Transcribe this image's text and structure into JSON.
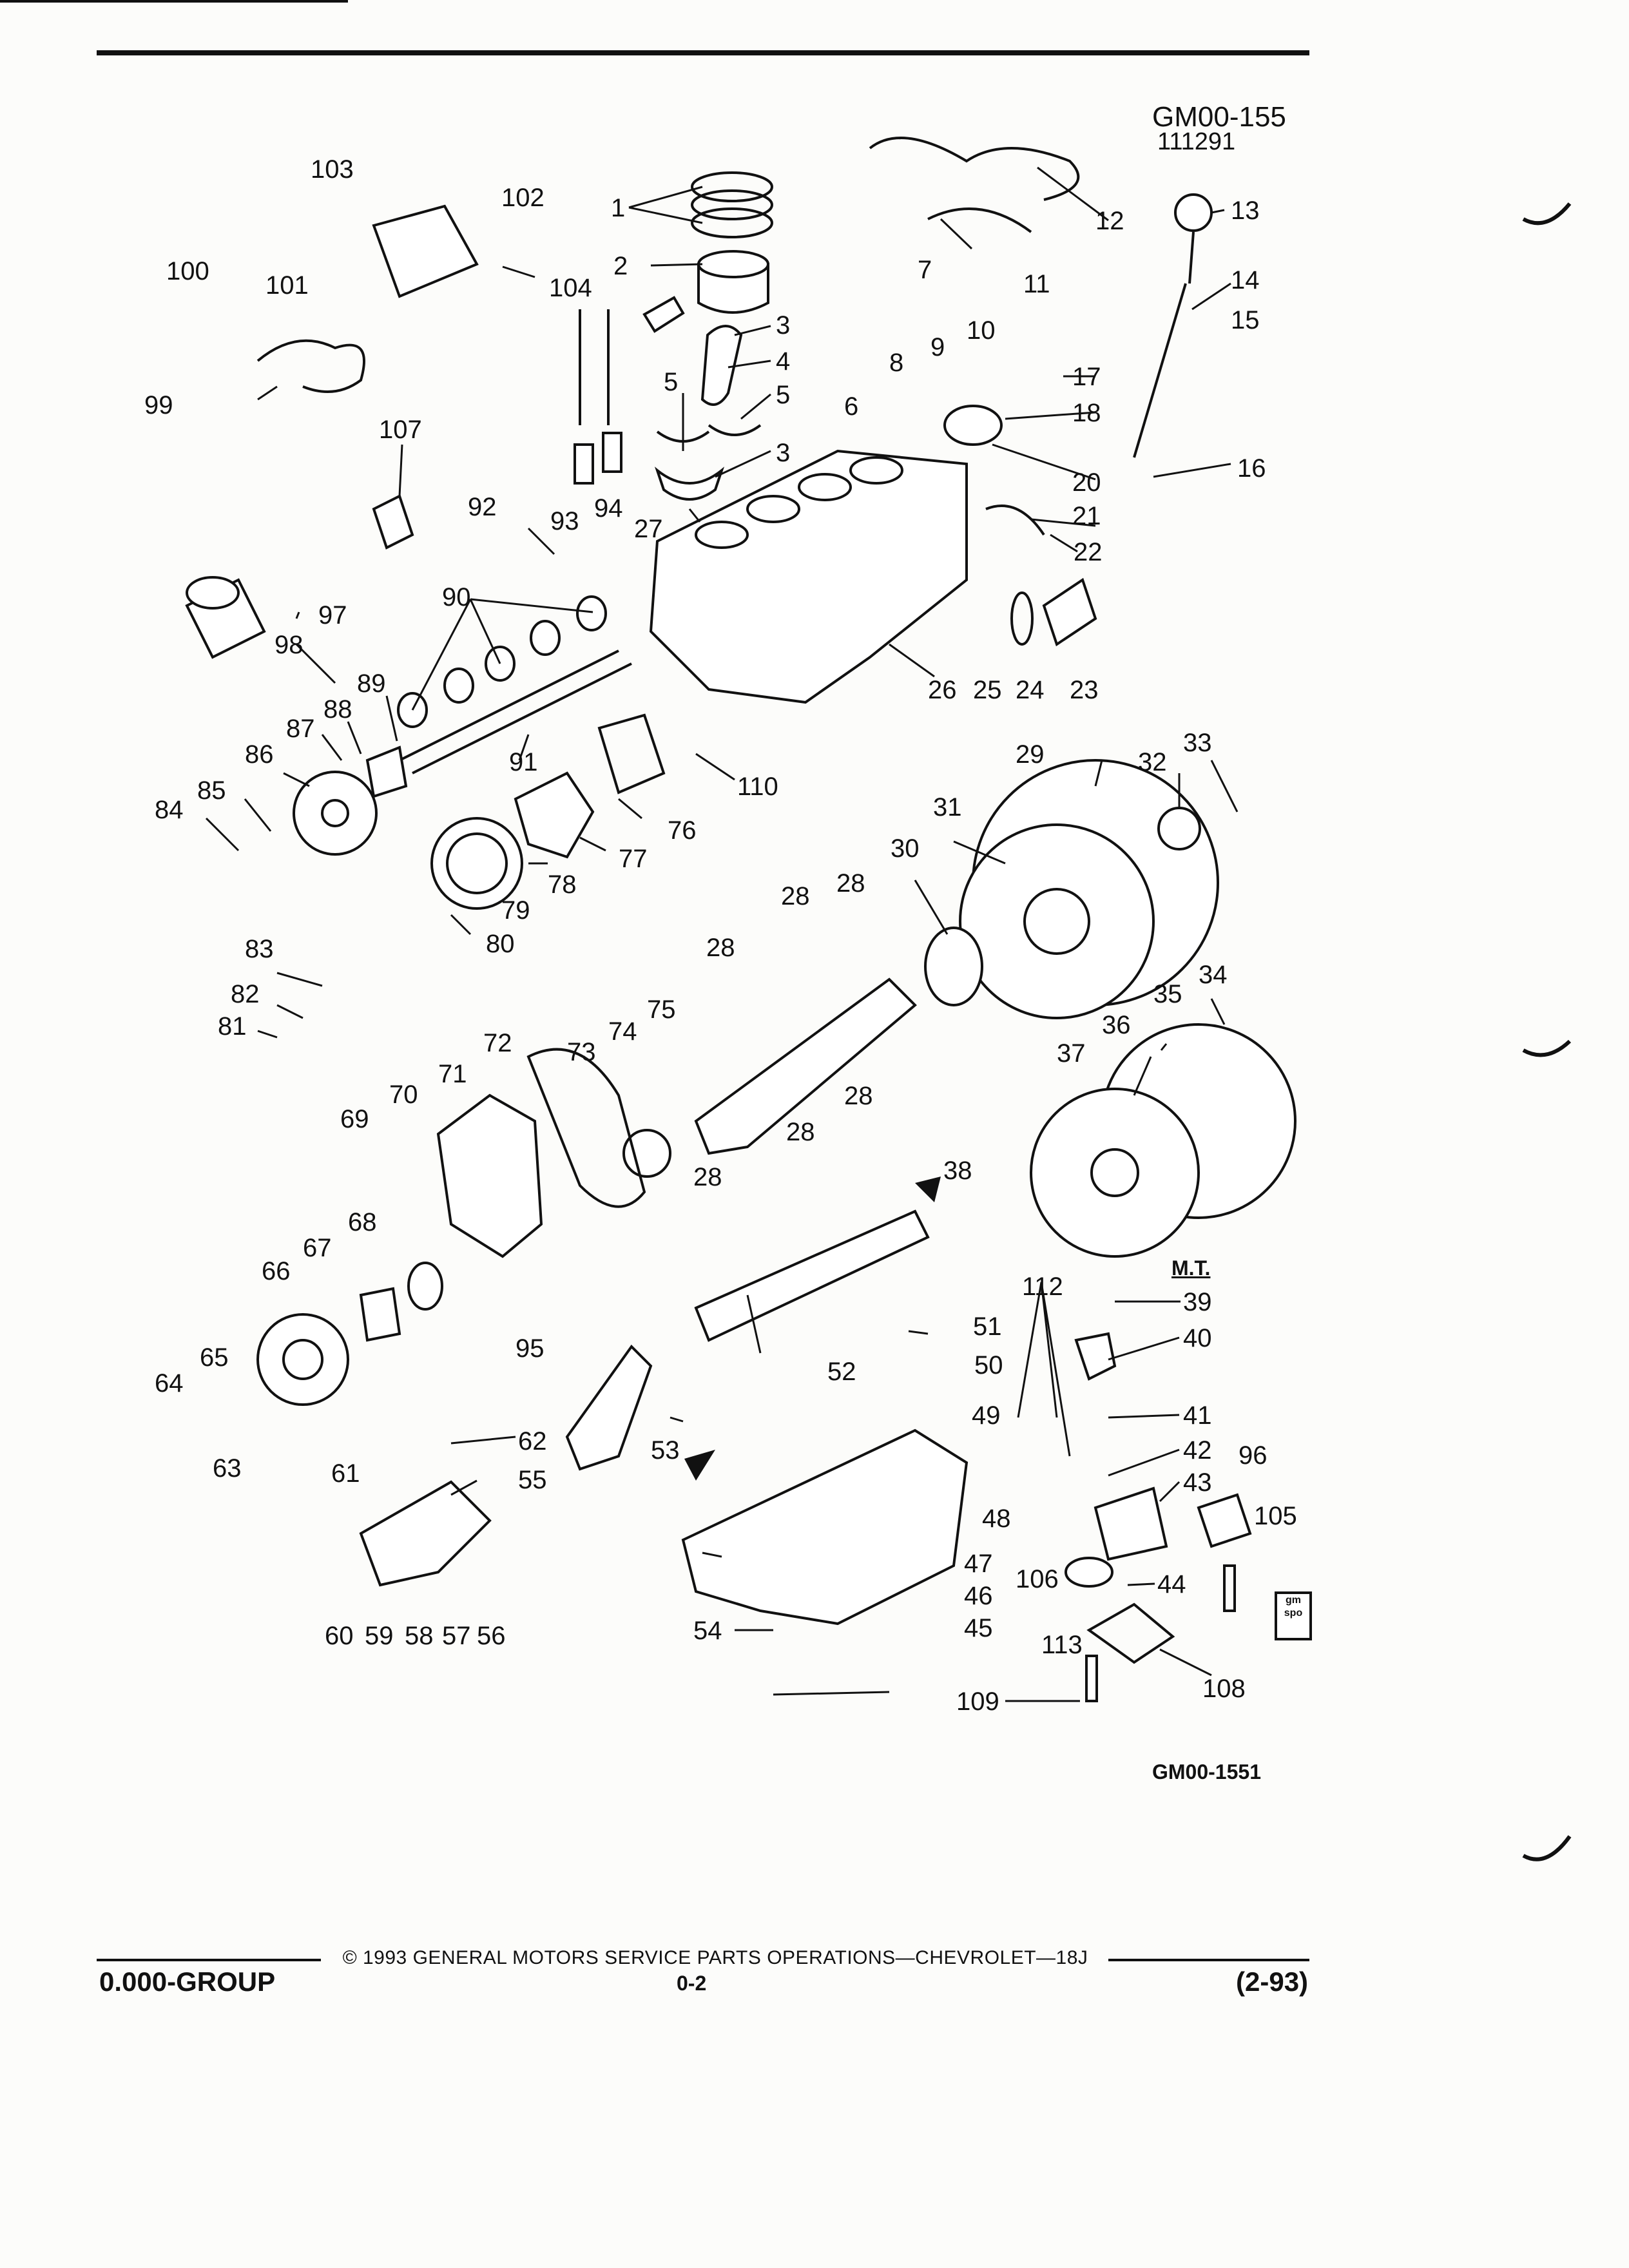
{
  "header": {
    "figure_code": "GM00-155",
    "date_code": "111291"
  },
  "diagram": {
    "labels": [
      "1",
      "2",
      "3",
      "4",
      "5",
      "6",
      "7",
      "8",
      "9",
      "10",
      "11",
      "12",
      "13",
      "14",
      "15",
      "16",
      "17",
      "18",
      "20",
      "21",
      "22",
      "23",
      "24",
      "25",
      "26",
      "27",
      "28",
      "29",
      "30",
      "31",
      "32",
      "33",
      "34",
      "35",
      "36",
      "37",
      "38",
      "39",
      "40",
      "41",
      "42",
      "43",
      "44",
      "45",
      "46",
      "47",
      "48",
      "49",
      "50",
      "51",
      "52",
      "53",
      "54",
      "55",
      "56",
      "57",
      "58",
      "59",
      "60",
      "61",
      "62",
      "63",
      "64",
      "65",
      "66",
      "67",
      "68",
      "69",
      "70",
      "71",
      "72",
      "73",
      "74",
      "75",
      "76",
      "77",
      "78",
      "79",
      "80",
      "81",
      "82",
      "83",
      "84",
      "85",
      "86",
      "87",
      "88",
      "89",
      "90",
      "91",
      "92",
      "93",
      "94",
      "95",
      "96",
      "97",
      "98",
      "99",
      "100",
      "101",
      "102",
      "103",
      "104",
      "105",
      "106",
      "107",
      "108",
      "109",
      "110",
      "112",
      "113"
    ],
    "note_mt": "M.T.",
    "figure_id": "GM00-1551",
    "spo_logo": "gm spo"
  },
  "footer": {
    "copyright": "© 1993 GENERAL MOTORS SERVICE PARTS OPERATIONS—CHEVROLET—18J",
    "group": "0.000-GROUP",
    "page": "0-2",
    "date": "(2-93)"
  }
}
